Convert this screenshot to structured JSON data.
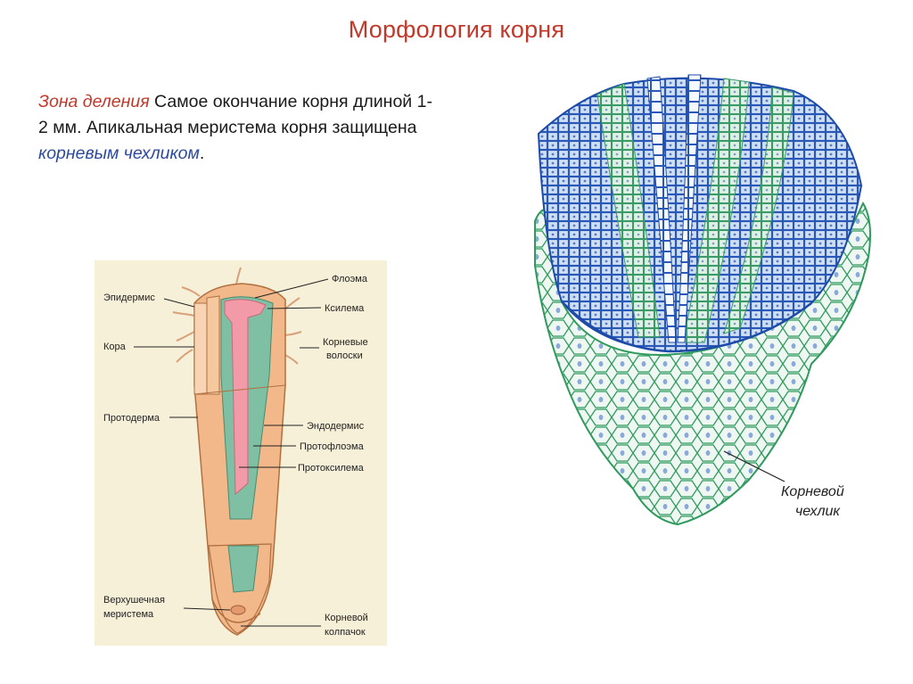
{
  "title": "Морфология корня",
  "intro": {
    "zone_label": "Зона деления",
    "text_part1": " Самое окончание корня длиной 1-2 мм. Апикальная меристема корня  защищена ",
    "cap_label": "корневым чехликом",
    "text_end": "."
  },
  "left_figure": {
    "labels_left": [
      "Эпидермис",
      "Кора",
      "Протодерма",
      "Верхушечная",
      "меристема"
    ],
    "labels_right": [
      "Флоэма",
      "Ксилема",
      "Корневые",
      "волоски",
      "Эндодермис",
      "Протофлоэма",
      "Протоксилема",
      "Корневой",
      "колпачок"
    ]
  },
  "right_figure": {
    "label_line1": "Корневой",
    "label_line2": "чехлик"
  }
}
